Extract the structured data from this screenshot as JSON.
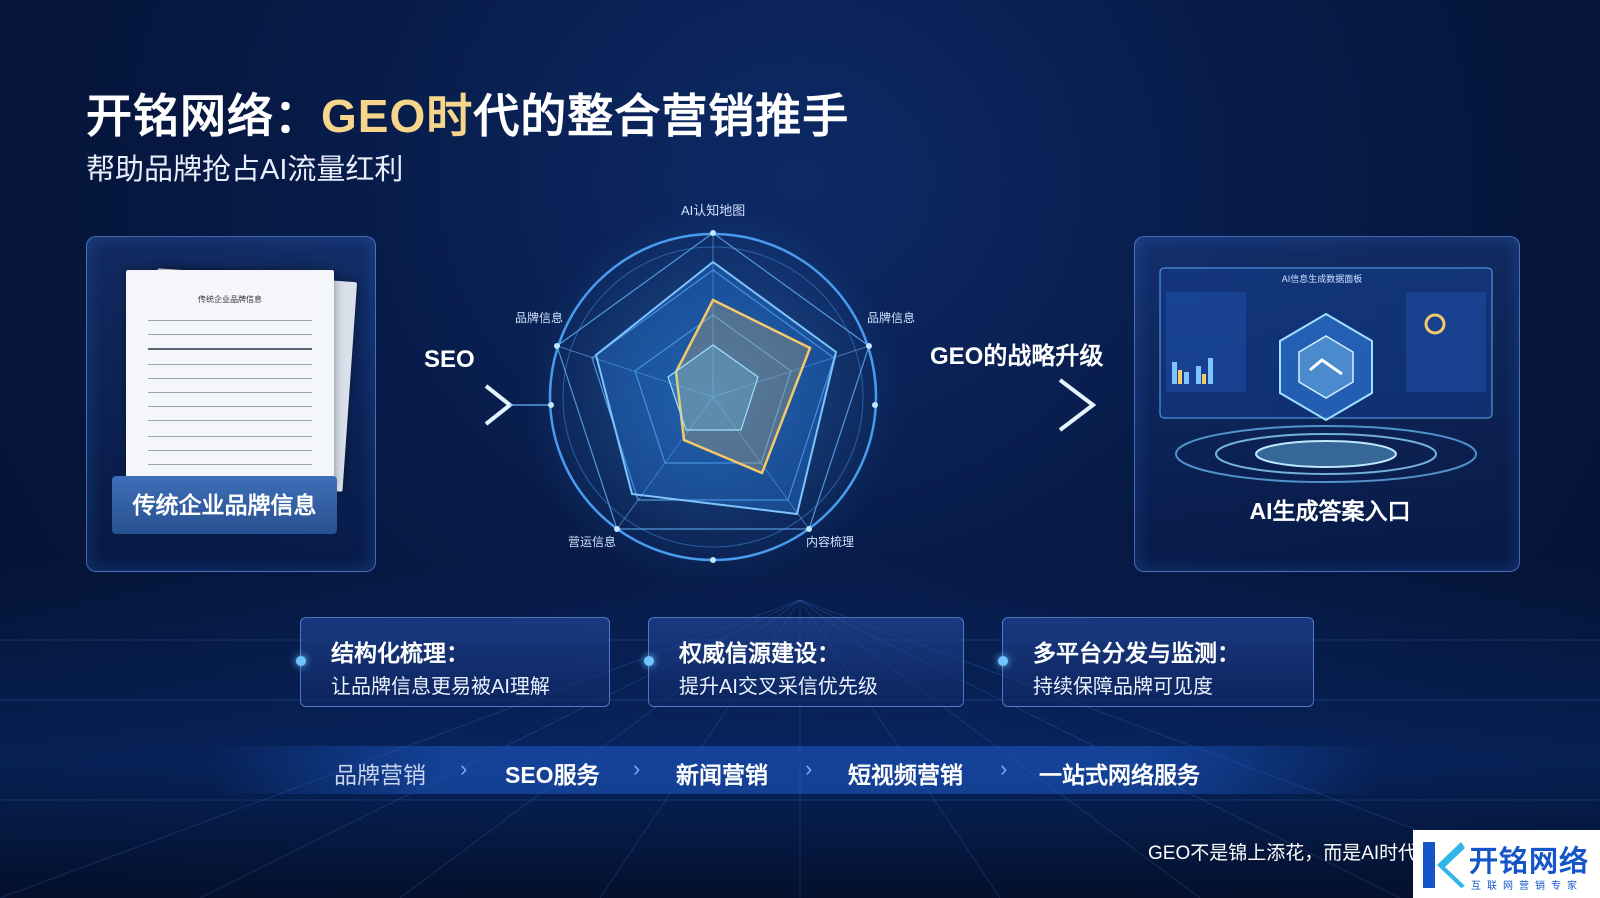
{
  "header": {
    "title_prefix": "开铭网络：",
    "title_highlight": "GEO时",
    "title_suffix": "代的整合营销推手",
    "subtitle": "帮助品牌抢占AI流量红利"
  },
  "left_panel": {
    "doc_title": "传统企业品牌信息",
    "label": "传统企业品牌信息"
  },
  "flow": {
    "left_arrow_label": "SEO",
    "right_arrow_label": "GEO的战略升级"
  },
  "radar": {
    "labels": {
      "top": "AI认知地图",
      "upper_left": "品牌信息",
      "upper_right": "品牌信息",
      "lower_left": "营运信息",
      "lower_right": "内容梳理"
    }
  },
  "right_panel": {
    "label": "AI生成答案入口",
    "screen_title": "AI信息生成数据面板"
  },
  "cards": [
    {
      "title": "结构化梳理：",
      "body": "让品牌信息更易被AI理解"
    },
    {
      "title": "权威信源建设：",
      "body": "提升AI交叉采信优先级"
    },
    {
      "title": "多平台分发与监测：",
      "body": "持续保障品牌可见度"
    }
  ],
  "services": [
    {
      "label": "品牌营销"
    },
    {
      "label": "SEO服务"
    },
    {
      "label": "新闻营销"
    },
    {
      "label": "短视频营销"
    },
    {
      "label": "一站式网络服务"
    }
  ],
  "footer": {
    "note": "GEO不是锦上添花，而是AI时代"
  },
  "logo": {
    "name": "开铭网络",
    "tagline": "互联网营销专家"
  },
  "colors": {
    "highlight": "#f5d68a",
    "accent": "#6fc3ff",
    "logo_blue": "#1456c8"
  }
}
